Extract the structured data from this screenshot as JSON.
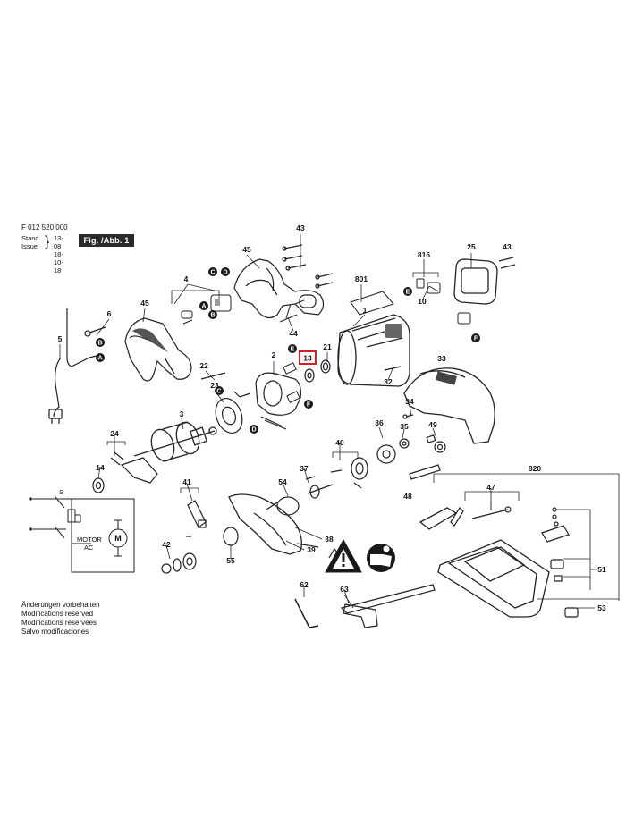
{
  "header": {
    "doc_code": "F 012 520 000",
    "stand_label": "Stand",
    "issue_label": "Issue",
    "stand_date": "13-08",
    "issue_date": "18-10-18",
    "fig_label": "Fig. /Abb. 1"
  },
  "notices": [
    "Änderungen vorbehalten",
    "Modifications reserved",
    "Modifications réservées",
    "Salvo modificaciones"
  ],
  "highlighted_part": "13",
  "highlight_color": "#d4202a",
  "part_numbers": [
    "43",
    "45",
    "816",
    "25",
    "43",
    "4",
    "801",
    "6",
    "45",
    "5",
    "2",
    "E",
    "13",
    "21",
    "33",
    "1",
    "22",
    "23",
    "3",
    "32",
    "34",
    "36",
    "35",
    "49",
    "24",
    "40",
    "14",
    "37",
    "54",
    "48",
    "41",
    "820",
    "47",
    "42",
    "55",
    "38",
    "39",
    "51",
    "62",
    "63",
    "53",
    "44",
    "10"
  ],
  "motor_label": [
    "MOTOR",
    "AC"
  ],
  "motor_symbol": "M",
  "switch_label": "S"
}
